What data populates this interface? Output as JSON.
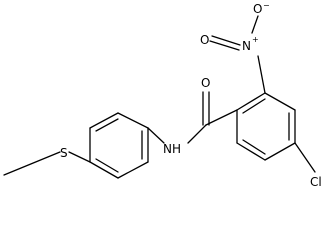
{
  "molecule": {
    "atoms": {
      "sulfur": "S",
      "amide_nitrogen": "NH",
      "carbonyl_oxygen": "O",
      "nitro_nitrogen": "N",
      "nitro_nitrogen_charge": "+",
      "nitro_oxygen_double": "O",
      "nitro_oxygen_single": "O",
      "nitro_oxygen_charge": "−",
      "chlorine": "Cl"
    }
  }
}
